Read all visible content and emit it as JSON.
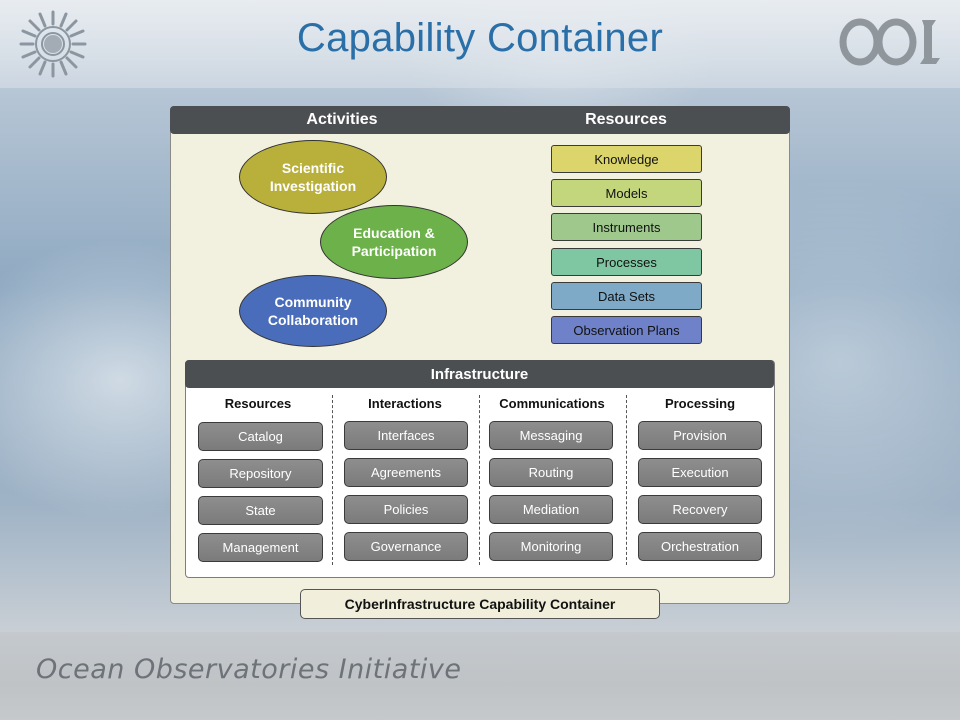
{
  "slide": {
    "title": "Capability Container",
    "footer": "Ocean Observatories Initiative",
    "logos": {
      "left": "nsf-seal-logo",
      "right": "ooi-logo"
    }
  },
  "diagram": {
    "activities_header": "Activities",
    "resources_header": "Resources",
    "activities": [
      {
        "line1": "Scientific",
        "line2": "Investigation",
        "color": "#b9b03c"
      },
      {
        "line1": "Education &",
        "line2": "Participation",
        "color": "#6cb14a"
      },
      {
        "line1": "Community",
        "line2": "Collaboration",
        "color": "#4a6dbb"
      }
    ],
    "resources": [
      {
        "label": "Knowledge",
        "color": "#dcd56c"
      },
      {
        "label": "Models",
        "color": "#c3d67b"
      },
      {
        "label": "Instruments",
        "color": "#9fc88c"
      },
      {
        "label": "Processes",
        "color": "#7fc7a2"
      },
      {
        "label": "Data Sets",
        "color": "#7eaac8"
      },
      {
        "label": "Observation Plans",
        "color": "#6f82c9"
      }
    ],
    "infrastructure": {
      "title": "Infrastructure",
      "columns": [
        {
          "heading": "Resources",
          "items": [
            "Catalog",
            "Repository",
            "State",
            "Management"
          ]
        },
        {
          "heading": "Interactions",
          "items": [
            "Interfaces",
            "Agreements",
            "Policies",
            "Governance"
          ]
        },
        {
          "heading": "Communications",
          "items": [
            "Messaging",
            "Routing",
            "Mediation",
            "Monitoring"
          ]
        },
        {
          "heading": "Processing",
          "items": [
            "Provision",
            "Execution",
            "Recovery",
            "Orchestration"
          ]
        }
      ]
    },
    "container_label": "CyberInfrastructure Capability Container"
  }
}
